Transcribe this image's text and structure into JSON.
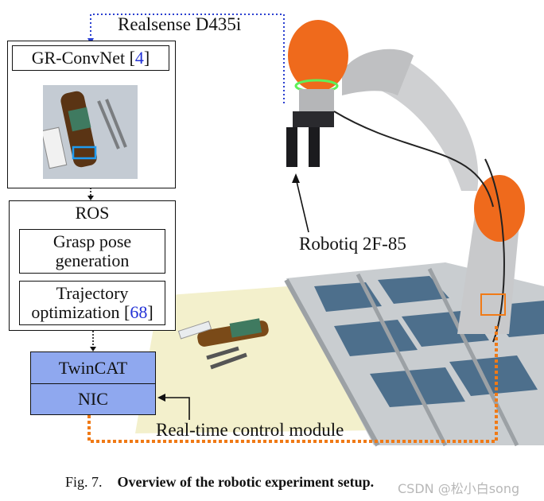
{
  "labels": {
    "camera": "Realsense D435i",
    "gripper": "Robotiq 2F-85",
    "realtime": "Real-time control module"
  },
  "grconvnet": {
    "name": "GR-ConvNet [",
    "ref": "4",
    "close": "]"
  },
  "ros": {
    "title": "ROS",
    "grasp_line1": "Grasp pose",
    "grasp_line2": "generation",
    "traj_line1": "Trajectory",
    "traj_line2_pre": "optimization [",
    "traj_ref": "68",
    "traj_close": "]"
  },
  "twincat": {
    "top": "TwinCAT",
    "bottom": "NIC",
    "fill": "#8fa8ef"
  },
  "caption": {
    "prefix": "Fig. 7.",
    "title": "Overview of the robotic experiment setup.",
    "watermark": "CSDN @松小白song"
  },
  "colors": {
    "dotted_blue": "#2a3fd0",
    "orange": "#f07a16",
    "ref_blue": "#2231d6"
  }
}
